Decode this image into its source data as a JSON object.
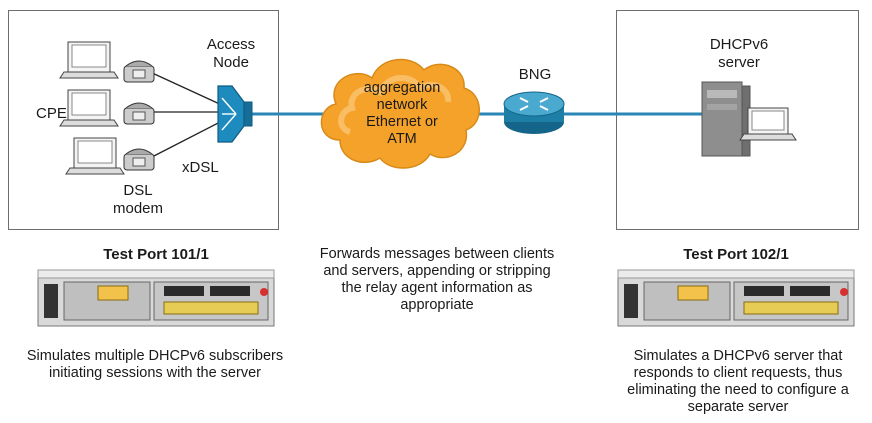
{
  "left_box": {
    "access_node_label": "Access Node",
    "cpe_label": "CPE",
    "xdsl_label": "xDSL",
    "dsl_modem_label": "DSL modem"
  },
  "cloud": {
    "label": "aggregation network Ethernet or ATM",
    "color": "#f5a22a"
  },
  "bng": {
    "label": "BNG",
    "color": "#1e7fa6"
  },
  "right_box": {
    "server_label": "DHCPv6 server"
  },
  "link_color": "#2a86b7",
  "test_port_left": {
    "title": "Test Port 101/1",
    "caption": "Simulates multiple DHCPv6 subscribers initiating sessions with the server"
  },
  "center_caption": "Forwards messages between clients and servers, appending or stripping the relay agent information as appropriate",
  "test_port_right": {
    "title": "Test Port 102/1",
    "caption": "Simulates a DHCPv6 server that responds to client requests, thus eliminating the need to configure a separate server"
  }
}
